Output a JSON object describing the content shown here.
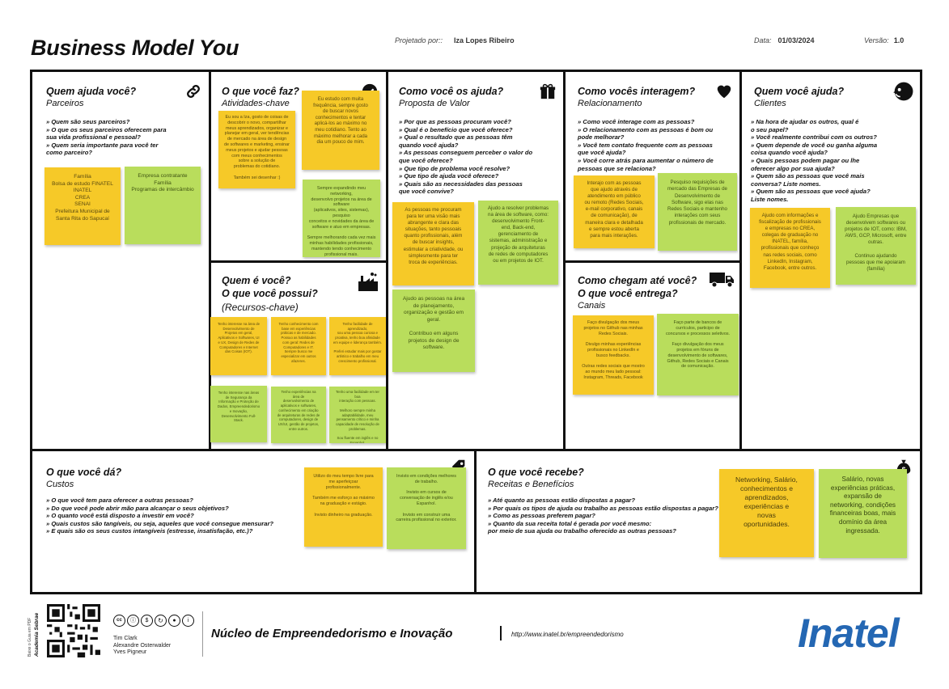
{
  "header": {
    "title": "Business Model You",
    "designed_by_label": "Projetado por::",
    "designed_by": "Iza Lopes Ribeiro",
    "date_label": "Data:",
    "date": "01/03/2024",
    "version_label": "Versão:",
    "version": "1.0"
  },
  "sections": {
    "parceiros": {
      "title": "Quem ajuda você?",
      "subtitle": "Parceiros",
      "questions": "» Quem são seus parceiros?\n» O que os seus parceiros oferecem para\nsua vida profissional e pessoal?\n» Quem seria importante para você ter\ncomo parceiro?",
      "icon": "link-icon"
    },
    "atividades": {
      "title": "O que você faz?",
      "subtitle": "Atividades-chave",
      "icon": "check-icon"
    },
    "proposta": {
      "title": "Como você os ajuda?",
      "subtitle": "Proposta de Valor",
      "questions": "» Por que as pessoas procuram você?\n» Qual é o benefício que você oferece?\n» Qual o resultado que as pessoas têm\nquando você ajuda?\n» As pessoas conseguem perceber o valor do\nque você oferece?\n» Que tipo de problema você resolve?\n» Que tipo de ajuda você oferece?\n» Quais são as necessidades das pessoas\nque você convive?",
      "icon": "gift-icon"
    },
    "relacionamento": {
      "title": "Como vocês interagem?",
      "subtitle": "Relacionamento",
      "questions": "» Como você interage com as pessoas?\n» O relacionamento com as pessoas é bom ou\npode melhorar?\n» Você tem contato frequente com as pessoas\nque você ajuda?\n» Você corre atrás para aumentar o número de\npessoas que se relaciona?",
      "icon": "heart-icon"
    },
    "clientes": {
      "title": "Quem você ajuda?",
      "subtitle": "Clientes",
      "questions": "» Na hora de ajudar os outros, qual é\no seu papel?\n» Você realmente contribui com os outros?\n» Quem depende de você ou ganha alguma\ncoisa quando você ajuda?\n» Quais pessoas podem pagar ou lhe\noferecer algo por sua ajuda?\n» Quem são as pessoas que você mais\nconversa? Liste nomes.\n» Quem são as pessoas que você ajuda?\nListe nomes.",
      "icon": "face-icon"
    },
    "recursos": {
      "title": "Quem é você?",
      "title2": "O que você possui?",
      "subtitle": "(Recursos-chave)",
      "icon": "factory-icon"
    },
    "canais": {
      "title": "Como chegam até você?",
      "title2": "O que você entrega?",
      "subtitle": "Canais",
      "icon": "truck-icon"
    },
    "custos": {
      "title": "O que você dá?",
      "subtitle": "Custos",
      "questions": "» O que você tem para oferecer a outras pessoas?\n» Do que você pode abrir mão para alcançar o seus objetivos?\n» O quanto você está disposto a investir em você?\n» Quais custos são tangíveis, ou seja, aqueles que você consegue mensurar?\n» E quais são os seus custos intangíveis (estresse, insatisfação, etc.)?",
      "icon": "tag-icon"
    },
    "receitas": {
      "title": "O que você recebe?",
      "subtitle": "Receitas e Benefícios",
      "questions": "» Até quanto as pessoas estão dispostas a pagar?\n» Por quais os tipos de ajuda ou trabalho as pessoas estão dispostas a pagar?\n» Como as pessoas preferem pagar?\n» Quanto da sua receita total é gerada por você mesmo:\npor meio de sua ajuda ou trabalho oferecido as outras pessoas?",
      "icon": "money-bag-icon"
    }
  },
  "notes": {
    "parceiros_1": "Família\nBolsa de estudo FINATEL\nINATEL\nCREA\nSENAI\nPrefeitura Municipal de\nSanta Rita do Sapucaí",
    "parceiros_2": "Empresa contratante\nFamília\nProgramas de intercâmbio",
    "atividades_1": "Eu sou a Iza, gosto de coisas de\ndescobrir o novo, compartilhar\nmeus aprendizados, organizar e\nplanejar em geral, ver tendências\nde mercado na área de design\nde softwares e marketing, ensinar\nmeus projetos e ajudar pessoas\ncom meus conhecimentos\nsobre a solução de\nproblemas do cotidiano.\n\nTambém sei desenhar :)",
    "atividades_2": "Eu estudo com muita\nfrequência, sempre gosto\nde buscar novos\nconhecimentos e tentar\naplicá-los ao máximo no\nmeu cotidiano. Tento ao\nmáximo melhorar a cada\ndia um pouco de mim.",
    "atividades_3": "Sempre expandindo meu networking,\ndesenvolvo projetos na área de software\n(aplicativos, sites, sistemas), pesquiso\nconceitos e novidades da área de\nsoftware e atuo em empresas.\n\nSempre melhorando cada vez mais\nminhas habilidades profissionais,\nmantendo tendo conhecimento\nprofissional mais.",
    "proposta_1": "As pessoas me procuram\npara ter uma visão mais\nabrangente e clara das\nsituações, tanto pessoais\nquanto profissionais, além\nde buscar insights,\nestimular a criatividade, ou\nsimplesmente para ter\ntroca de experiências.",
    "proposta_2": "Ajudo a resolver problemas\nna área de software, como:\ndesenvolvimento Front-\nend, Back-end,\ngerenciamento de\nsistemas, administração e\nprojeção de arquiteturas\nde redes de computadores\nou em projetos de IOT.",
    "proposta_3": "Ajudo as pessoas na área\nde planejamento,\norganização e gestão em\ngeral.\n\nContribuo em alguns\nprojetos de design de\nsoftware.",
    "relac_1": "Interajo com as pessoas\nque ajudo através de\natendimento em público\nou remoto (Redes Sociais,\ne-mail corporativo, canais\nde comunicação), de\nmaneira clara e detalhada\ne sempre estou aberta\npara mais interações.",
    "relac_2": "Pesquiso requisições de\nmercado das Empresas de\nDesenvolvimento de\nSoftware, sigo elas nas\nRedes Sociais e mantenho\ninterações com seus\nprofissionais de mercado.",
    "clientes_1": "Ajudo com informações e\nfiscalização de profissionais\ne empresas no CREA,\ncolegas de graduação no\nINATEL, família,\nprofissionais que conheço\nnas redes sociais, como\nLinkedIn, Instagram,\nFacebook, entre outros.",
    "clientes_2": "Ajudo  Empresas que\ndesenvolvem softwares ou\nprojetos de IOT, como: IBM,\nAWS, GCP, Microsoft, entre\noutras.\n\nContinuo ajudando\npessoas que me apoiaram\n(família)",
    "recursos_1": "Tenho interesse na área de\nDesenvolvimento de\nProjetos em geral,\nAplicativos e Softwares, UI\ne UX, Design de Redes de\nComputadores e Internet\ndas Coisas (IOT).",
    "recursos_2": "Tenho conhecimento com\nbase em experiências\npráticas e de mercado.\nPossuo as habilidades\ncom geral: Redes de\nComputadores e IT.\nSempre busco me\nespecializar em outros\nafazeres.",
    "recursos_3": "Tenho facilidade de aprendizado,\nsou uma pessoa curiosa e\nproativa, tenho boa afinidade\nem equipe e liderança também.\n\nPreferi estudar mais por gostar\nartístico e trabalho em meu\ncrescimento profissional.",
    "recursos_4": "Tenho interesse nas áreas\nde Segurança da\nInformação e Proteção de\nDados, Empreendedorismo\ne Inovação,\nDesenvolvimento Full-\nStack.",
    "recursos_5": "Tenho experiências na\nárea de\ndesenvolvimento de\naplicativos e softwares,\nconhecimento em criação\nde arquiteturas de redes de\ncomputadores, design de\nUX/UI, gestão de projetos,\nentre outros.",
    "recursos_6": "Tenho uma facilidade em ter boa\ninteração com pessoas.\n\nMelhoro sempre minha\nadaptabilidade, meu\npensamento crítico e minha\ncapacidade de resolução de\nproblemas.\n\nSou fluente em inglês e no\nEspanhol.",
    "canais_1": "Faço divulgação dos meus\nprojetos no Github nas minhas\nRedes Sociais.\n\nDivulgo minhas experiências\nprofissionais no LinkedIn e\nbusco feedbacks.\n\nOutras redes sociais que mostro\nao mundo meu lado pessoal:\nInstagram, Threads, Facebook",
    "canais_2": "Faço parte de bancos de\ncurrículos, participo de\nconcursos e processos seletivos.\n\nFaço divulgação dos meus\nprojetos em fóruns de\ndesenvolvimento de softwares,\nGithub, Redes Sociais e Canais\nde comunicação.",
    "custos_1": "Utilizo do meu tempo livre para\nme aperfeiçoar\nprofissionalmente.\n\nTambém me esforço ao máximo\nna graduação e estágio.\n\nInvisto dinheiro na graduação.",
    "custos_2": "Invisto em condições melhores\nde trabalho.\n\nInvisto em cursos de\nconversação de inglês e/ou\nEspanhol.\n\nInvisto em construir uma\ncarreira profissional no exterior.",
    "receitas_1": "Networking, Salário,\nconhecimentos e\naprendizados,\nexperiências e\nnovas\noportunidades.",
    "receitas_2": "Salário, novas\nexperiências práticas,\nexpansão de\nnetworking, condições\nfinanceiras boas, mais\ndomínio da área\ningressada."
  },
  "footer": {
    "vertical_label": "Baixe o Guia em PDF",
    "academy": "Academia Sebrae",
    "authors": "Tim Clark\nAlexandre Osterwalder\nYves Pigneur",
    "center_title": "Núcleo de Empreendedorismo e Inovação",
    "url": "http://www.inatel.br/empreendedorismo",
    "brand": "Inatel",
    "cc_icons": [
      "cc-icon",
      "by-icon",
      "nc-icon",
      "sa-icon",
      "share-icon",
      "info-icon"
    ]
  }
}
